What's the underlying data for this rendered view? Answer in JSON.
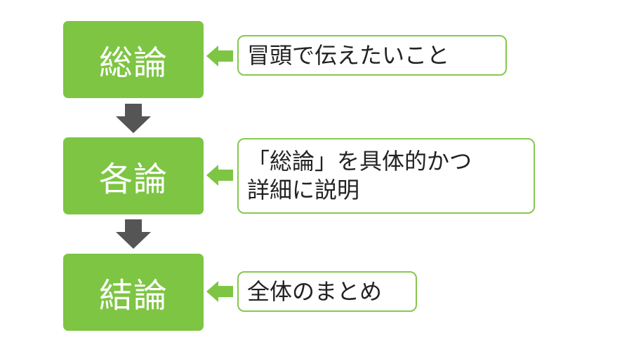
{
  "stages": [
    {
      "label": "総論",
      "note": "冒頭で伝えたいこと"
    },
    {
      "label": "各論",
      "note": "「総論」を具体的かつ\n詳細に説明"
    },
    {
      "label": "結論",
      "note": "全体のまとめ"
    }
  ],
  "colors": {
    "stage_fill": "#7dc543",
    "note_border": "#86c84e",
    "connector_arrow": "#7dc543",
    "flow_arrow": "#555555"
  }
}
